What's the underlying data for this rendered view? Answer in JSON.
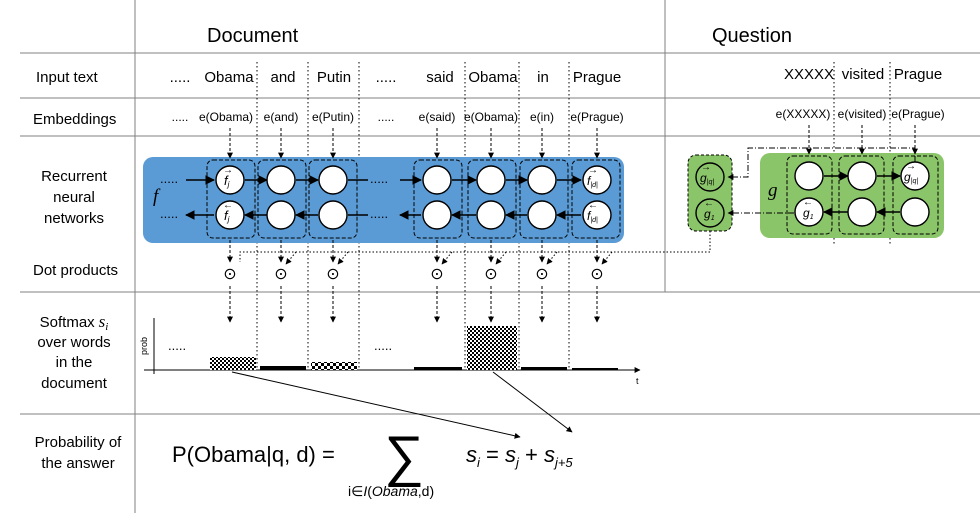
{
  "headers": {
    "document": "Document",
    "question": "Question"
  },
  "row_labels": {
    "input_text": "Input text",
    "embeddings": "Embeddings",
    "rnn": [
      "Recurrent",
      "neural",
      "networks"
    ],
    "dot_products": "Dot products",
    "softmax": [
      "over words",
      "in the",
      "document"
    ],
    "softmax_title": "Softmax",
    "softmax_var": "s",
    "softmax_sub": "i",
    "probability": [
      "Probability of",
      "the answer"
    ]
  },
  "document_tokens": [
    "Obama",
    "and",
    "Putin",
    "said",
    "Obama",
    "in",
    "Prague"
  ],
  "document_embeddings": [
    "e(Obama)",
    "e(and)",
    "e(Putin)",
    "e(said)",
    "e(Obama)",
    "e(in)",
    "e(Prague)"
  ],
  "question_tokens": [
    "XXXXX",
    "visited",
    "Prague"
  ],
  "question_embeddings": [
    "e(XXXXX)",
    "e(visited)",
    "e(Prague)"
  ],
  "ellipsis": ".....",
  "rnn": {
    "doc_fn": "f",
    "q_fn": "g",
    "doc_fwd_first": "f",
    "doc_fwd_first_sub": "j",
    "doc_fwd_last": "f",
    "doc_fwd_last_sub": "|d|",
    "doc_bwd_first": "f",
    "doc_bwd_first_sub": "j",
    "doc_bwd_last": "f",
    "doc_bwd_last_sub": "|d|",
    "q_fwd_last": "g",
    "q_fwd_last_sub": "|q|",
    "q_bwd_first": "g",
    "q_bwd_first_sub": "1",
    "q_summary_fwd": "g",
    "q_summary_fwd_sub": "|q|",
    "q_summary_bwd": "g",
    "q_summary_bwd_sub": "1"
  },
  "plot": {
    "ylabel": "prob",
    "xlabel": "t",
    "dot_symbol": "⊙"
  },
  "formula": {
    "lhs": "P(Obama|q, d) =",
    "sum_symbol": "∑",
    "sum_index": "i∈I(Obama,d)",
    "rhs": "s_i = s_j + s_j+5"
  },
  "colors": {
    "doc_rnn": "#5b9bd5",
    "question_rnn": "#8bc56a",
    "grid_line": "#808080"
  }
}
